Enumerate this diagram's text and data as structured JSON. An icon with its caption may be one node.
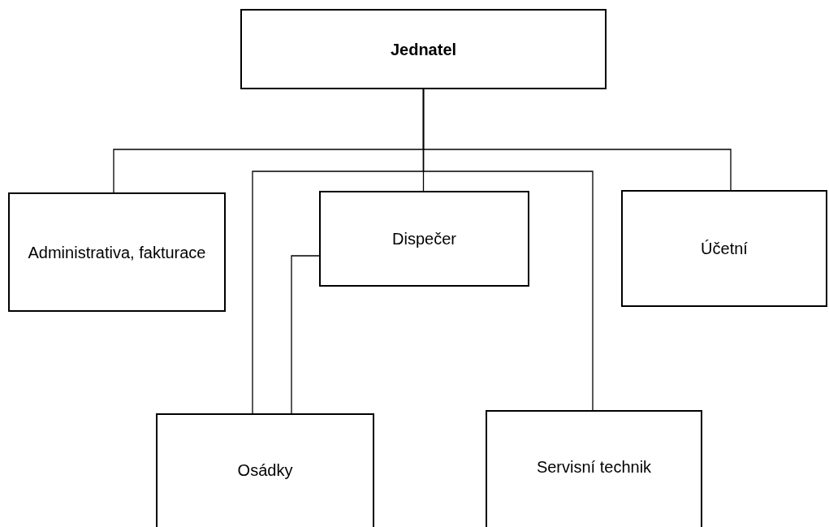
{
  "diagram": {
    "nodes": [
      {
        "text": [
          "Jednatel"
        ]
      },
      {
        "text": [
          "Administrativa, fakturace"
        ]
      },
      {
        "text": [
          "Dispečer"
        ]
      },
      {
        "text": [
          "Účetní"
        ]
      },
      {
        "text": [
          "Osádky"
        ]
      },
      {
        "text": [
          "Servisní technik"
        ]
      }
    ],
    "edges": [
      {
        "from": 0,
        "to": 1,
        "arrow": "none"
      },
      {
        "from": 0,
        "to": 2,
        "arrow": "none"
      },
      {
        "from": 0,
        "to": 3,
        "arrow": "none"
      },
      {
        "from": 0,
        "to": 4,
        "arrow": "none"
      },
      {
        "from": 0,
        "to": 5,
        "arrow": "none"
      },
      {
        "from": 2,
        "to": 4,
        "arrow": "none"
      }
    ]
  }
}
